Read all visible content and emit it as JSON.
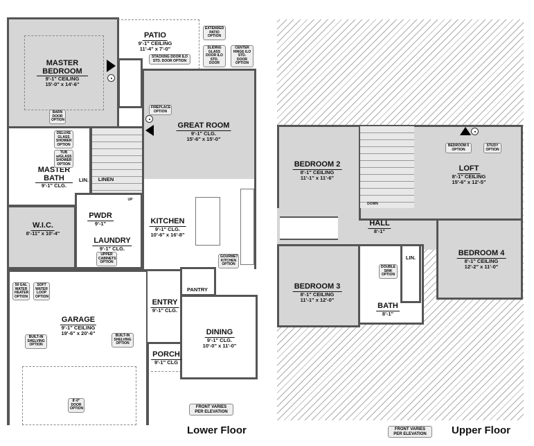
{
  "lower_floor": {
    "title": "Lower Floor",
    "rooms": {
      "master_bedroom": {
        "name": "MASTER BEDROOM",
        "ceiling": "9'-1\" CEILING",
        "dims": "15'-0\" x 14'-6\""
      },
      "patio": {
        "name": "PATIO",
        "ceiling": "9'-1\" CEILING",
        "dims": "11'-4\" x 7'-0\""
      },
      "great_room": {
        "name": "GREAT ROOM",
        "ceiling": "9'-1\" CLG.",
        "dims": "15'-6\" x 15'-0\""
      },
      "master_bath": {
        "name": "MASTER BATH",
        "ceiling": "9'-1\" CLG."
      },
      "wic": {
        "name": "W.I.C.",
        "dims": "8'-11\" x 10'-4\""
      },
      "lin": {
        "name": "LIN."
      },
      "linen": {
        "name": "LINEN"
      },
      "pwdr": {
        "name": "PWDR",
        "ceiling": "9'-1\""
      },
      "laundry": {
        "name": "LAUNDRY",
        "ceiling": "9'-1\" CLG."
      },
      "kitchen": {
        "name": "KITCHEN",
        "ceiling": "9'-1\" CLG.",
        "dims": "10'-6\" x 16'-8\""
      },
      "pantry": {
        "name": "PANTRY"
      },
      "entry": {
        "name": "ENTRY",
        "ceiling": "9'-1\" CLG."
      },
      "porch": {
        "name": "PORCH",
        "ceiling": "9'-1\" CLG"
      },
      "dining": {
        "name": "DINING",
        "ceiling": "9'-1\" CLG.",
        "dims": "10'-0\" x 11'-0\""
      },
      "garage": {
        "name": "GARAGE",
        "ceiling": "9'-1\" CEILING",
        "dims": "19'-6\" x 20'-6\""
      }
    },
    "stair_label": "UP",
    "options": {
      "extended_patio": "EXTENDED PATIO OPTION",
      "sliding_glass": "SLIDING GLASS DOOR ILO STD. DOOR",
      "center_hinge": "CENTER HINGE ILO STD. DOOR OPTION",
      "stacking_door": "STACKING DOOR ILO STD. DOOR OPTION",
      "fireplace": "FIREPLACE OPTION",
      "barn_door": "BARN DOOR OPTION",
      "deluxe_shower": "DELUXE GLASS SHOWER OPTION",
      "tub_shower": "TUB w/GLASS SHOWER OPTION",
      "upper_cabinets": "UPPER CABINETS OPTION",
      "gourmet_kitchen": "GOURMET KITCHEN OPTION",
      "water_heater": "50 GAL WATER HEATER OPTION",
      "soft_water": "SOFT WATER LOOP OPTION",
      "shelving_left": "BUILT-IN SHELVING OPTION",
      "shelving_right": "BUILT-IN SHELVING OPTION",
      "garage_door": "8'-0\" DOOR OPTION"
    },
    "front_note": "FRONT VARIES PER ELEVATION"
  },
  "upper_floor": {
    "title": "Upper Floor",
    "rooms": {
      "bedroom2": {
        "name": "BEDROOM 2",
        "ceiling": "8'-1\"    CEILING",
        "dims": "11'-1\" x 11'-6\""
      },
      "loft": {
        "name": "LOFT",
        "ceiling": "8'-1\" CEILING",
        "dims": "15'-6\" x 12'-5\""
      },
      "hall": {
        "name": "HALL",
        "ceiling": "8'-1\""
      },
      "bedroom3": {
        "name": "BEDROOM 3",
        "ceiling": "8'-1\"    CEILING",
        "dims": "11'-1\" x 12'-0\""
      },
      "bedroom4": {
        "name": "BEDROOM 4",
        "ceiling": "8'-1\"    CEILING",
        "dims": "12'-2\" x 11'-0\""
      },
      "bath": {
        "name": "BATH",
        "ceiling": "8'-1\""
      },
      "lin": {
        "name": "LIN."
      }
    },
    "stair_label": "DOWN",
    "options": {
      "bedroom5": "BEDROOM 5 OPTION",
      "study": "STUDY OPTION",
      "double_sink": "DOUBLE SINK OPTION"
    },
    "front_note": "FRONT VARIES PER ELEVATION"
  }
}
